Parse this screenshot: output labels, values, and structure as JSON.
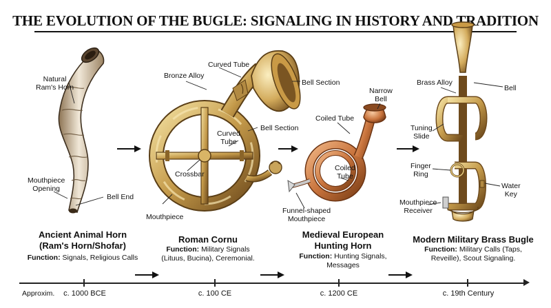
{
  "title": "THE EVOLUTION OF THE BUGLE: SIGNALING IN HISTORY AND TRADITION",
  "panels": [
    {
      "title_line1": "Ancient Animal Horn",
      "title_line2": "(Ram's Horn/Shofar)",
      "function_label": "Function:",
      "function_text": "Signals, Religious Calls",
      "function_text2": "",
      "labels": {
        "natural_rams_horn_1": "Natural",
        "natural_rams_horn_2": "Ram's Horn",
        "mouthpiece_opening_1": "Mouthpiece",
        "mouthpiece_opening_2": "Opening",
        "bell_end": "Bell End"
      }
    },
    {
      "title_line1": "Roman Cornu",
      "function_label": "Function:",
      "function_text": "Military Signals",
      "function_text2": "(Lituus, Bucina), Ceremonial.",
      "labels": {
        "bronze_alloy": "Bronze Alloy",
        "curved_tube_top": "Curved Tube",
        "bell_section_top": "Bell Section",
        "curved_tube_mid_1": "Curved",
        "curved_tube_mid_2": "Tube",
        "bell_section_mid": "Bell Section",
        "crossbar": "Crossbar",
        "mouthpiece": "Mouthpiece"
      }
    },
    {
      "title_line1": "Medieval European",
      "title_line2": "Hunting Horn",
      "function_label": "Function:",
      "function_text": "Hunting Signals,",
      "function_text2": "Messages",
      "labels": {
        "narrow_bell_1": "Narrow",
        "narrow_bell_2": "Bell",
        "coiled_tube_top": "Coiled Tube",
        "coiled_tube_mid_1": "Coiled",
        "coiled_tube_mid_2": "Tube",
        "funnel_mouthpiece_1": "Funnel-shaped",
        "funnel_mouthpiece_2": "Mouthpiece"
      }
    },
    {
      "title_line1": "Modern Military Brass Bugle",
      "function_label": "Function:",
      "function_text": "Military Calls (Taps,",
      "function_text2": "Reveille), Scout Signaling.",
      "labels": {
        "brass_alloy": "Brass Alloy",
        "bell": "Bell",
        "tuning_slide_1": "Tuning",
        "tuning_slide_2": "Slide",
        "finger_ring_1": "Finger",
        "finger_ring_2": "Ring",
        "water_key_1": "Water",
        "water_key_2": "Key",
        "mouthpiece_receiver_1": "Mouthpiece",
        "mouthpiece_receiver_2": "Receiver"
      }
    }
  ],
  "timeline": {
    "approx_label": "Approxim.",
    "dates": [
      "c. 1000 BCE",
      "c. 100 CE",
      "c. 1200 CE",
      "c. 19th Century"
    ]
  },
  "colors": {
    "brass_light": "#e8cf86",
    "brass_mid": "#c49a4a",
    "brass_dark": "#7a5522",
    "copper": "#c9743d",
    "horn_light": "#efe6d6",
    "horn_dark": "#a08868"
  }
}
